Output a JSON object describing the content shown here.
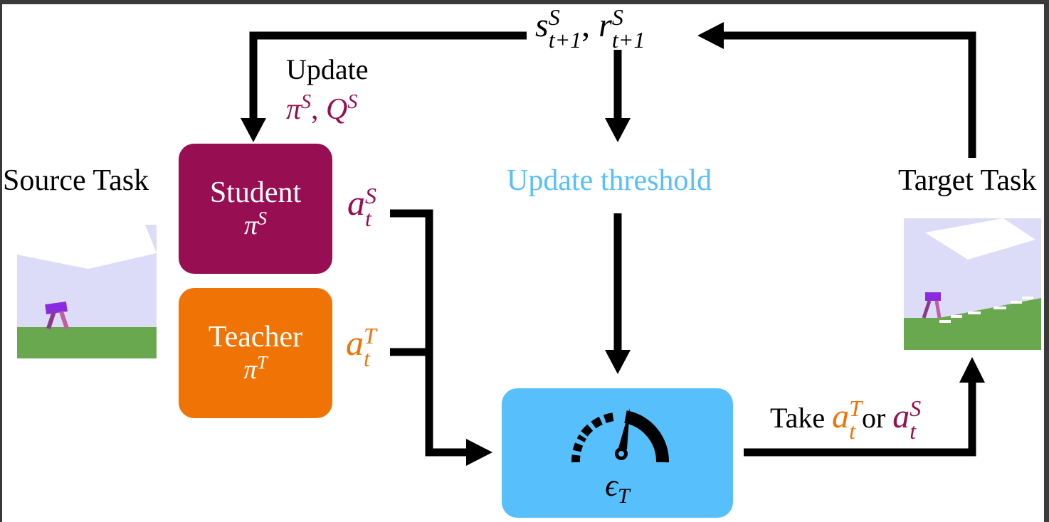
{
  "labels": {
    "source_task": "Source Task",
    "target_task": "Target Task",
    "update": "Update",
    "update_threshold": "Update threshold",
    "take": "Take",
    "or": "or"
  },
  "student": {
    "name": "Student",
    "policy": "π",
    "policy_sup": "S"
  },
  "teacher": {
    "name": "Teacher",
    "policy": "π",
    "policy_sup": "T"
  },
  "update_params": {
    "pi": "π",
    "pi_sup": "S",
    "sep": ", ",
    "q": "Q",
    "q_sup": "S"
  },
  "next_state": {
    "s": "s",
    "s_sup": "S",
    "s_sub": "t+1",
    "sep": ",",
    "r": "r",
    "r_sup": "S",
    "r_sub": "t+1"
  },
  "actions": {
    "student": {
      "a": "a",
      "sup": "S",
      "sub": "t"
    },
    "teacher": {
      "a": "a",
      "sup": "T",
      "sub": "t"
    }
  },
  "threshold_box": {
    "symbol": "ϵ",
    "sub": "T"
  },
  "colors": {
    "student": "#970e53",
    "teacher": "#f07305",
    "threshold": "#57bffb",
    "ground": "#6aa84f",
    "sky": "#dcdcf8",
    "walker": "#8a2be2"
  }
}
